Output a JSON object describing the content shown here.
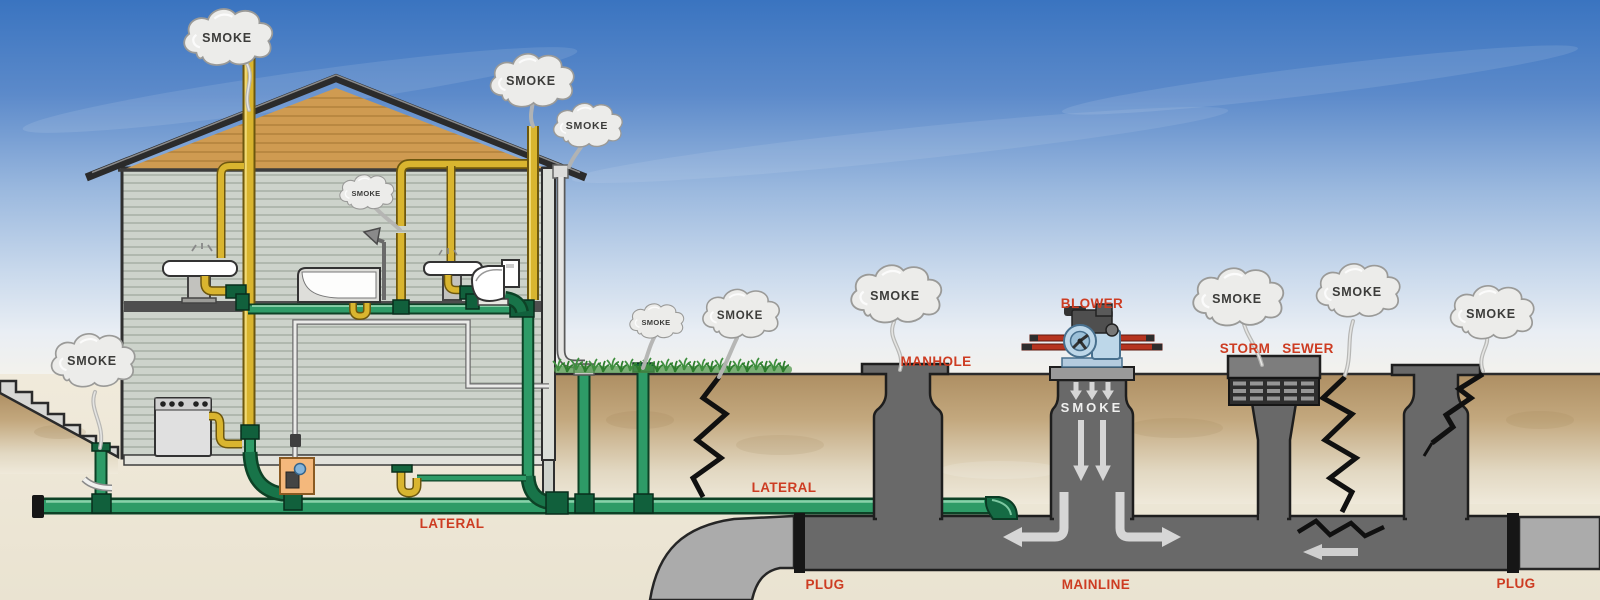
{
  "labels": {
    "manhole": "MANHOLE",
    "blower": "BLOWER",
    "storm": "STORM",
    "sewer": "SEWER",
    "lateral_basement": "LATERAL",
    "lateral_yard": "LATERAL",
    "plug_upstream": "PLUG",
    "plug_downstream": "PLUG",
    "mainline": "MAINLINE",
    "shaft_smoke": "SMOKE"
  },
  "smoke_clouds": [
    {
      "id": "main-vent-stack-roof",
      "label": "SMOKE"
    },
    {
      "id": "secondary-vent-stack-roof",
      "label": "SMOKE"
    },
    {
      "id": "roof-gutter-downspout",
      "label": "SMOKE"
    },
    {
      "id": "basement-stair-drain",
      "label": "SMOKE"
    },
    {
      "id": "shower-vent-leak",
      "label": "SMOKE"
    },
    {
      "id": "yard-cleanout",
      "label": "SMOKE"
    },
    {
      "id": "cracked-lateral",
      "label": "SMOKE"
    },
    {
      "id": "manhole-cover",
      "label": "SMOKE"
    },
    {
      "id": "storm-sewer-catch-basin",
      "label": "SMOKE"
    },
    {
      "id": "cracked-soil-near-storm-sewer",
      "label": "SMOKE"
    },
    {
      "id": "cracked-manhole",
      "label": "SMOKE"
    }
  ],
  "colors": {
    "label_red": "#cd3c22",
    "pipe_green": "#2e9b67",
    "pipe_yellow": "#d9b52f",
    "sewer_gray": "#696969",
    "plugged_gray": "#ababab",
    "plug_black": "#161616",
    "blower_blue": "#bdd7e9",
    "soil_tan": "#b3966a",
    "subsoil_cream": "#efe9da",
    "sky_blue": "#3a74c0",
    "smoke_fill": "#ececea",
    "roof_wood": "#cf9b51",
    "siding_gray": "#cdd3cb",
    "grass_green": "#3f8f3f"
  }
}
